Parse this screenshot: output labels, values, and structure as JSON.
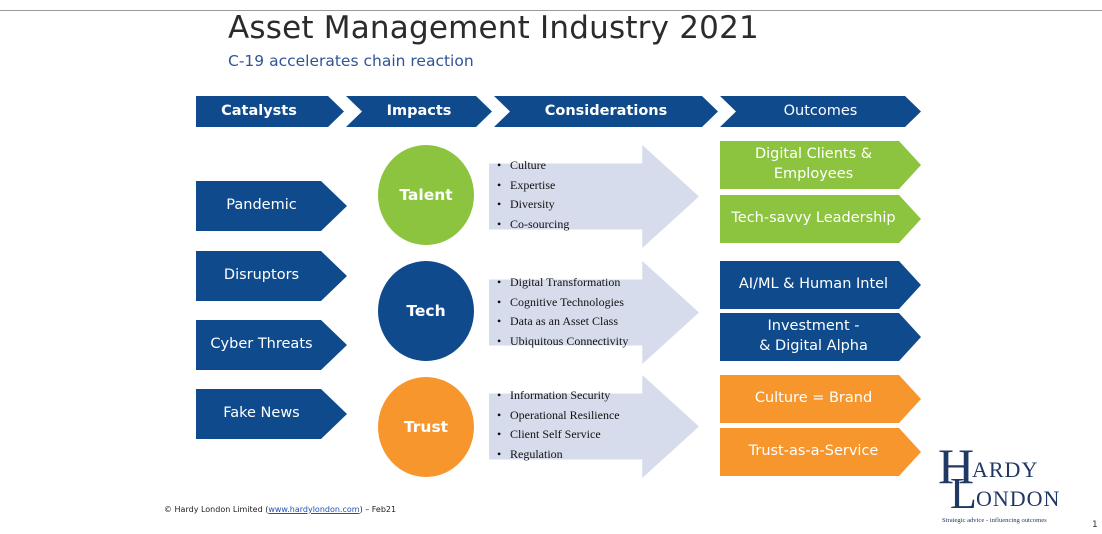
{
  "title": "Asset Management Industry 2021",
  "subtitle": "C-19 accelerates chain reaction",
  "headers": [
    "Catalysts",
    "Impacts",
    "Considerations",
    "Outcomes"
  ],
  "catalysts": [
    "Pandemic",
    "Disruptors",
    "Cyber Threats",
    "Fake News"
  ],
  "impacts": [
    "Talent",
    "Tech",
    "Trust"
  ],
  "considerations": {
    "talent": [
      "Culture",
      "Expertise",
      "Diversity",
      "Co-sourcing"
    ],
    "tech": [
      "Digital Transformation",
      "Cognitive Technologies",
      "Data as an Asset Class",
      "Ubiquitous Connectivity"
    ],
    "trust": [
      "Information Security",
      "Operational Resilience",
      "Client Self Service",
      "Regulation"
    ]
  },
  "outcomes": {
    "digital_clients_line1": "Digital Clients &",
    "digital_clients_line2": "Employees",
    "tech_savvy": "Tech-savvy Leadership",
    "ai_ml": "AI/ML & Human Intel",
    "investment_line1": "Investment -",
    "investment_line2": "& Digital Alpha",
    "culture_brand": "Culture = Brand",
    "trust_service": "Trust-as-a-Service"
  },
  "footer": {
    "prefix": "© Hardy London Limited (",
    "link": "www.hardylondon.com",
    "suffix": ") – Feb21"
  },
  "logo": {
    "letter_h": "H",
    "word_ardy": "ARDY",
    "letter_l": "L",
    "word_ondon": "ONDON",
    "tagline": "Strategic advice - influencing outcomes"
  },
  "page_number": "1",
  "colors": {
    "navy": "#0f4a8c",
    "green": "#8cc43f",
    "orange": "#f7962c",
    "light_arrow": "#d6dceb",
    "subtitle_blue": "#2f5597"
  }
}
